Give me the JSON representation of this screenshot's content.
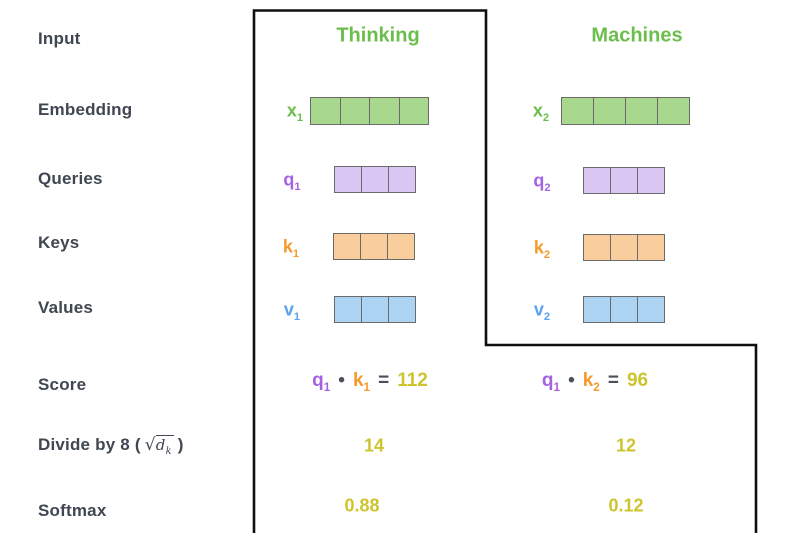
{
  "headings": {
    "col1": "Thinking",
    "col2": "Machines"
  },
  "rows": {
    "input": "Input",
    "embedding": "Embedding",
    "queries": "Queries",
    "keys": "Keys",
    "values": "Values",
    "score": "Score",
    "divide": {
      "prefix": "Divide by 8 (",
      "radical": "√",
      "math_base": "d",
      "math_sub": "k",
      "suffix": ")"
    },
    "softmax": "Softmax"
  },
  "vectors": {
    "x1": {
      "base": "x",
      "sub": "1",
      "cells": 4,
      "color": "green"
    },
    "x2": {
      "base": "x",
      "sub": "2",
      "cells": 4,
      "color": "green"
    },
    "q1": {
      "base": "q",
      "sub": "1",
      "cells": 3,
      "color": "purple"
    },
    "q2": {
      "base": "q",
      "sub": "2",
      "cells": 3,
      "color": "purple"
    },
    "k1": {
      "base": "k",
      "sub": "1",
      "cells": 3,
      "color": "orange"
    },
    "k2": {
      "base": "k",
      "sub": "2",
      "cells": 3,
      "color": "orange"
    },
    "v1": {
      "base": "v",
      "sub": "1",
      "cells": 3,
      "color": "blue"
    },
    "v2": {
      "base": "v",
      "sub": "2",
      "cells": 3,
      "color": "blue"
    }
  },
  "score": {
    "col1": {
      "q_base": "q",
      "q_sub": "1",
      "dot": "•",
      "k_base": "k",
      "k_sub": "1",
      "equals": "=",
      "value": "112"
    },
    "col2": {
      "q_base": "q",
      "q_sub": "1",
      "dot": "•",
      "k_base": "k",
      "k_sub": "2",
      "equals": "=",
      "value": "96"
    }
  },
  "results": {
    "divide": {
      "col1": "14",
      "col2": "12"
    },
    "softmax": {
      "col1": "0.88",
      "col2": "0.12"
    }
  },
  "colors": {
    "heading_green": "#6CBE4C",
    "green_fill": "#A8D88E",
    "purple_label": "#A562E2",
    "purple_fill": "#D9C6F3",
    "orange_label": "#F59A2B",
    "orange_fill": "#F9CD9C",
    "blue_label": "#5AA1F2",
    "blue_fill": "#ADD3F2",
    "yellow_value": "#CDC42E",
    "label_dark": "#3F4752",
    "operator_dark": "#4A5058",
    "outline_black": "#0F0F0F",
    "cell_border": "#6a6a6a"
  }
}
